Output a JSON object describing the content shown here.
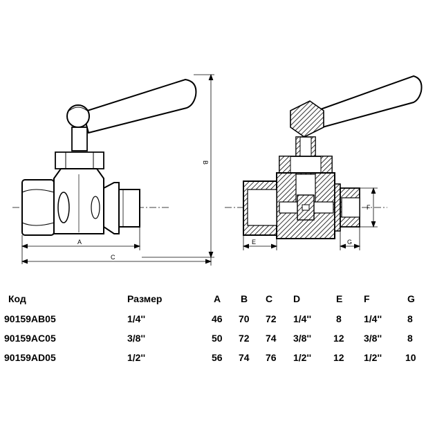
{
  "drawing": {
    "dimension_labels": {
      "A": "A",
      "B": "B",
      "C": "C",
      "E": "E",
      "F": "F",
      "G": "G"
    }
  },
  "table": {
    "headers": [
      "Код",
      "Размер",
      "A",
      "B",
      "C",
      "D",
      "E",
      "F",
      "G"
    ],
    "rows": [
      [
        "90159AB05",
        "1/4''",
        "46",
        "70",
        "72",
        "1/4''",
        "8",
        "1/4''",
        "8"
      ],
      [
        "90159AC05",
        "3/8''",
        "50",
        "72",
        "74",
        "3/8''",
        "12",
        "3/8''",
        "8"
      ],
      [
        "90159AD05",
        "1/2''",
        "56",
        "74",
        "76",
        "1/2''",
        "12",
        "1/2''",
        "10"
      ]
    ]
  }
}
